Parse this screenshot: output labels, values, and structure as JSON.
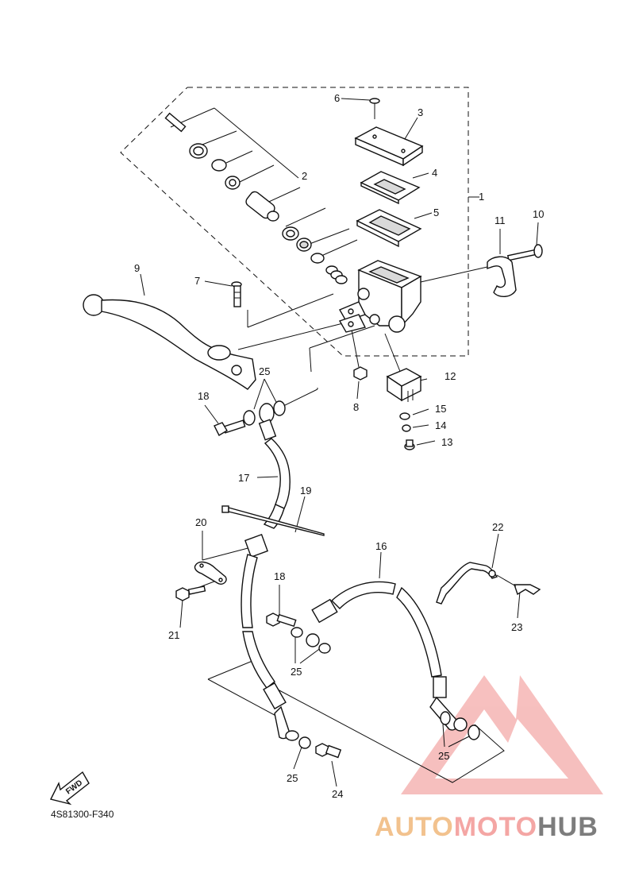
{
  "parts": {
    "p1": "1",
    "p2": "2",
    "p3": "3",
    "p4": "4",
    "p5": "5",
    "p6": "6",
    "p7": "7",
    "p8": "8",
    "p9": "9",
    "p10": "10",
    "p11": "11",
    "p12": "12",
    "p13": "13",
    "p14": "14",
    "p15": "15",
    "p16": "16",
    "p17": "17",
    "p18a": "18",
    "p18b": "18",
    "p19": "19",
    "p20": "20",
    "p21": "21",
    "p22": "22",
    "p23": "23",
    "p24": "24",
    "p25a": "25",
    "p25b": "25",
    "p25c": "25",
    "p25d": "25"
  },
  "fwd_label": "FWD",
  "reference_code": "4S81300-F340",
  "watermark": {
    "part1": "AUTO",
    "part2": "MOTO",
    "part3": "HUB"
  },
  "colors": {
    "line": "#111111",
    "watermark_red": "#f4a6a4",
    "watermark_orange": "#f2c28e",
    "watermark_gray": "#7d7d7d"
  }
}
